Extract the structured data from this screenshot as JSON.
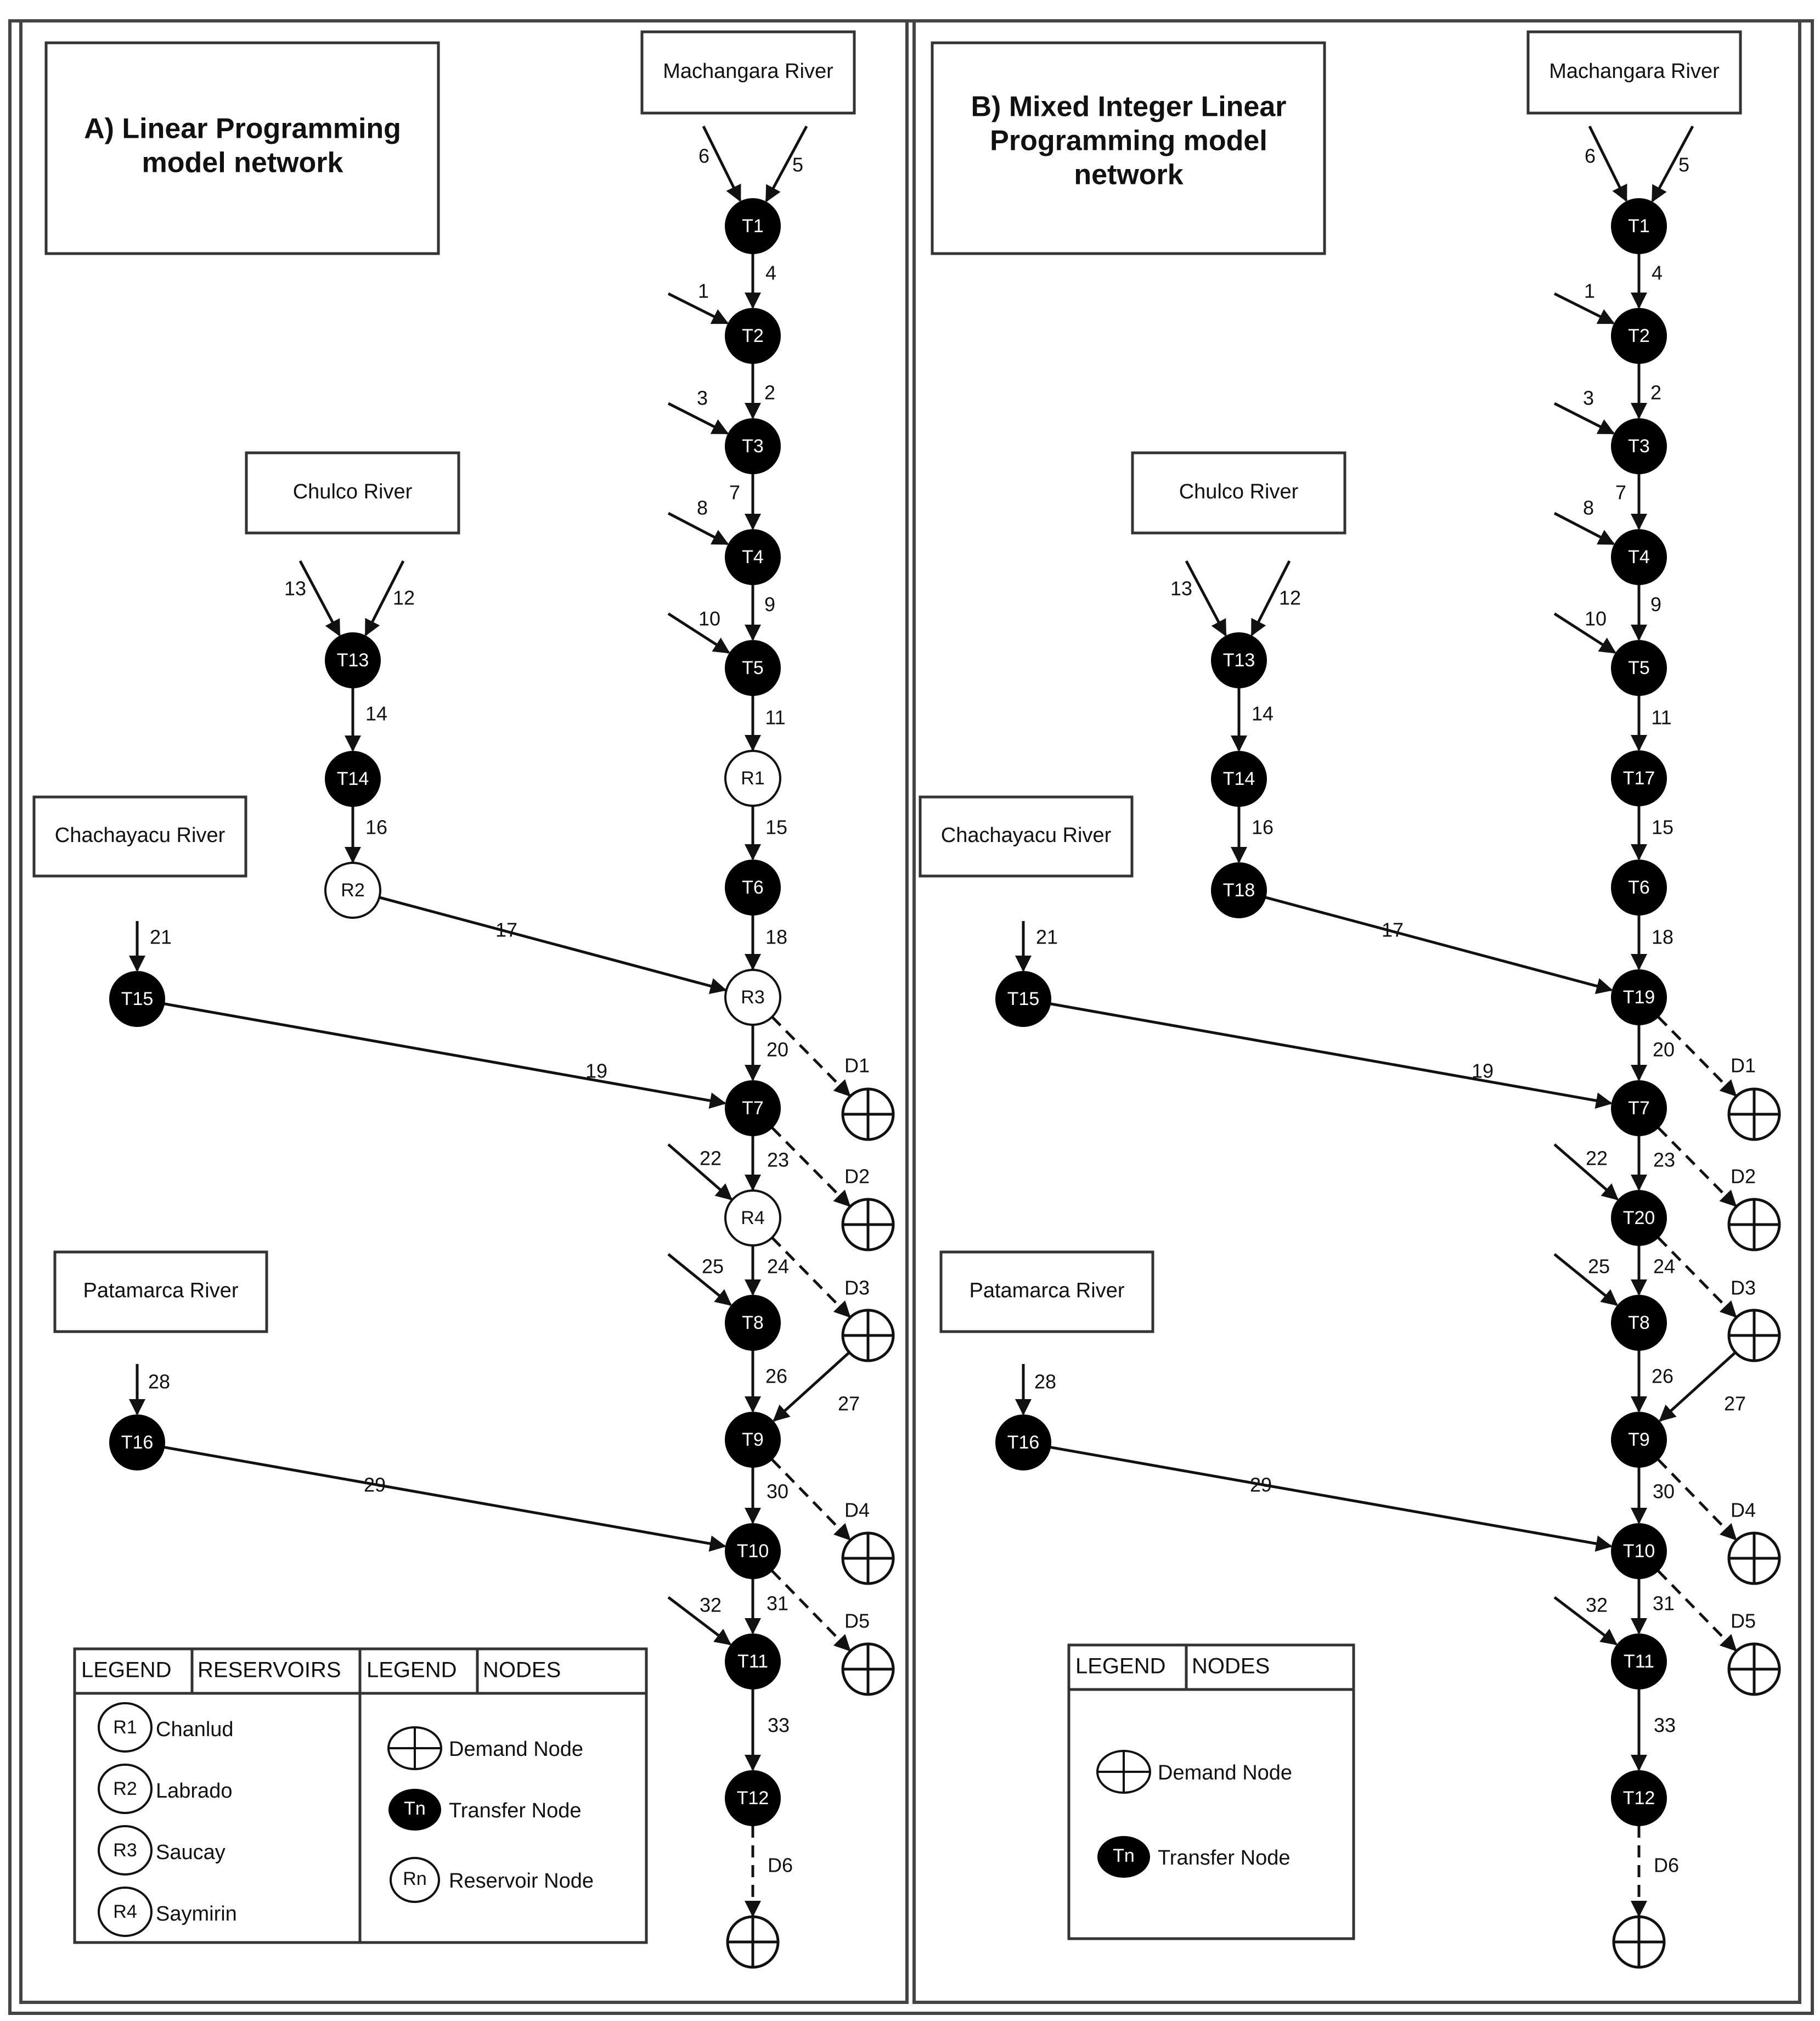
{
  "panels": [
    {
      "id": "A",
      "title_lines": [
        "A) Linear Programming",
        "model network"
      ],
      "rivers": [
        "Machangara River",
        "Chulco River",
        "Chachayacu River",
        "Patamarca River"
      ],
      "nodes": [
        "T1",
        "T2",
        "T3",
        "T4",
        "T5",
        "R1",
        "T6",
        "R3",
        "T7",
        "R4",
        "T8",
        "T9",
        "T10",
        "T11",
        "T12",
        "T13",
        "T14",
        "R2",
        "T15",
        "T16",
        "D1",
        "D2",
        "D3",
        "D4",
        "D5",
        "D6"
      ],
      "edges": [
        {
          "from": "source",
          "to": "T1",
          "label": "6"
        },
        {
          "from": "source",
          "to": "T1",
          "label": "5"
        },
        {
          "from": "T1",
          "to": "T2",
          "label": "4"
        },
        {
          "from": "source",
          "to": "T2",
          "label": "1"
        },
        {
          "from": "T2",
          "to": "T3",
          "label": "2"
        },
        {
          "from": "source",
          "to": "T3",
          "label": "3"
        },
        {
          "from": "T3",
          "to": "T4",
          "label": "7"
        },
        {
          "from": "source",
          "to": "T4",
          "label": "8"
        },
        {
          "from": "T4",
          "to": "T5",
          "label": "9"
        },
        {
          "from": "source",
          "to": "T5",
          "label": "10"
        },
        {
          "from": "T5",
          "to": "R1",
          "label": "11"
        },
        {
          "from": "R1",
          "to": "T6",
          "label": "15"
        },
        {
          "from": "T6",
          "to": "R3",
          "label": "18"
        },
        {
          "from": "R3",
          "to": "T7",
          "label": "20"
        },
        {
          "from": "T7",
          "to": "R4",
          "label": "23"
        },
        {
          "from": "source",
          "to": "R4",
          "label": "22"
        },
        {
          "from": "R4",
          "to": "T8",
          "label": "24"
        },
        {
          "from": "source",
          "to": "T8",
          "label": "25"
        },
        {
          "from": "T8",
          "to": "T9",
          "label": "26"
        },
        {
          "from": "D3",
          "to": "T9",
          "label": "27"
        },
        {
          "from": "T9",
          "to": "T10",
          "label": "30"
        },
        {
          "from": "T10",
          "to": "T11",
          "label": "31"
        },
        {
          "from": "source",
          "to": "T11",
          "label": "32"
        },
        {
          "from": "T11",
          "to": "T12",
          "label": "33"
        },
        {
          "from": "source",
          "to": "T13",
          "label": "13"
        },
        {
          "from": "source",
          "to": "T13",
          "label": "12"
        },
        {
          "from": "T13",
          "to": "T14",
          "label": "14"
        },
        {
          "from": "T14",
          "to": "R2",
          "label": "16"
        },
        {
          "from": "R2",
          "to": "R3",
          "label": "17"
        },
        {
          "from": "source",
          "to": "T15",
          "label": "21"
        },
        {
          "from": "T15",
          "to": "T7",
          "label": "19"
        },
        {
          "from": "source",
          "to": "T16",
          "label": "28"
        },
        {
          "from": "T16",
          "to": "T10",
          "label": "29"
        }
      ],
      "demand_labels": [
        "D1",
        "D2",
        "D3",
        "D4",
        "D5",
        "D6"
      ],
      "legend_reservoirs": {
        "header_left": "LEGEND",
        "header_right": "RESERVOIRS",
        "items": [
          {
            "symbol": "R1",
            "name": "Chanlud"
          },
          {
            "symbol": "R2",
            "name": "Labrado"
          },
          {
            "symbol": "R3",
            "name": "Saucay"
          },
          {
            "symbol": "R4",
            "name": "Saymirin"
          }
        ]
      },
      "legend_nodes": {
        "header_left": "LEGEND",
        "header_right": "NODES",
        "items": [
          {
            "symbol": "",
            "name": "Demand Node"
          },
          {
            "symbol": "Tn",
            "name": "Transfer Node"
          },
          {
            "symbol": "Rn",
            "name": "Reservoir Node"
          }
        ]
      }
    },
    {
      "id": "B",
      "title_lines": [
        "B) Mixed Integer Linear",
        "Programming model",
        "network"
      ],
      "rivers": [
        "Machangara River",
        "Chulco River",
        "Chachayacu River",
        "Patamarca River"
      ],
      "nodes": [
        "T1",
        "T2",
        "T3",
        "T4",
        "T5",
        "T17",
        "T6",
        "T19",
        "T7",
        "T20",
        "T8",
        "T9",
        "T10",
        "T11",
        "T12",
        "T13",
        "T14",
        "T18",
        "T15",
        "T16",
        "D1",
        "D2",
        "D3",
        "D4",
        "D5",
        "D6"
      ],
      "edges": [
        {
          "from": "source",
          "to": "T1",
          "label": "6"
        },
        {
          "from": "source",
          "to": "T1",
          "label": "5"
        },
        {
          "from": "T1",
          "to": "T2",
          "label": "4"
        },
        {
          "from": "source",
          "to": "T2",
          "label": "1"
        },
        {
          "from": "T2",
          "to": "T3",
          "label": "2"
        },
        {
          "from": "source",
          "to": "T3",
          "label": "3"
        },
        {
          "from": "T3",
          "to": "T4",
          "label": "7"
        },
        {
          "from": "source",
          "to": "T4",
          "label": "8"
        },
        {
          "from": "T4",
          "to": "T5",
          "label": "9"
        },
        {
          "from": "source",
          "to": "T5",
          "label": "10"
        },
        {
          "from": "T5",
          "to": "T17",
          "label": "11"
        },
        {
          "from": "T17",
          "to": "T6",
          "label": "15"
        },
        {
          "from": "T6",
          "to": "T19",
          "label": "18"
        },
        {
          "from": "T19",
          "to": "T7",
          "label": "20"
        },
        {
          "from": "T7",
          "to": "T20",
          "label": "23"
        },
        {
          "from": "source",
          "to": "T20",
          "label": "22"
        },
        {
          "from": "T20",
          "to": "T8",
          "label": "24"
        },
        {
          "from": "source",
          "to": "T8",
          "label": "25"
        },
        {
          "from": "T8",
          "to": "T9",
          "label": "26"
        },
        {
          "from": "D3",
          "to": "T9",
          "label": "27"
        },
        {
          "from": "T9",
          "to": "T10",
          "label": "30"
        },
        {
          "from": "T10",
          "to": "T11",
          "label": "31"
        },
        {
          "from": "source",
          "to": "T11",
          "label": "32"
        },
        {
          "from": "T11",
          "to": "T12",
          "label": "33"
        },
        {
          "from": "source",
          "to": "T13",
          "label": "13"
        },
        {
          "from": "source",
          "to": "T13",
          "label": "12"
        },
        {
          "from": "T13",
          "to": "T14",
          "label": "14"
        },
        {
          "from": "T14",
          "to": "T18",
          "label": "16"
        },
        {
          "from": "T18",
          "to": "T19",
          "label": "17"
        },
        {
          "from": "source",
          "to": "T15",
          "label": "21"
        },
        {
          "from": "T15",
          "to": "T7",
          "label": "19"
        },
        {
          "from": "source",
          "to": "T16",
          "label": "28"
        },
        {
          "from": "T16",
          "to": "T10",
          "label": "29"
        }
      ],
      "demand_labels": [
        "D1",
        "D2",
        "D3",
        "D4",
        "D5",
        "D6"
      ],
      "legend_nodes": {
        "header_left": "LEGEND",
        "header_right": "NODES",
        "items": [
          {
            "symbol": "",
            "name": "Demand Node"
          },
          {
            "symbol": "Tn",
            "name": "Transfer Node"
          }
        ]
      }
    }
  ]
}
